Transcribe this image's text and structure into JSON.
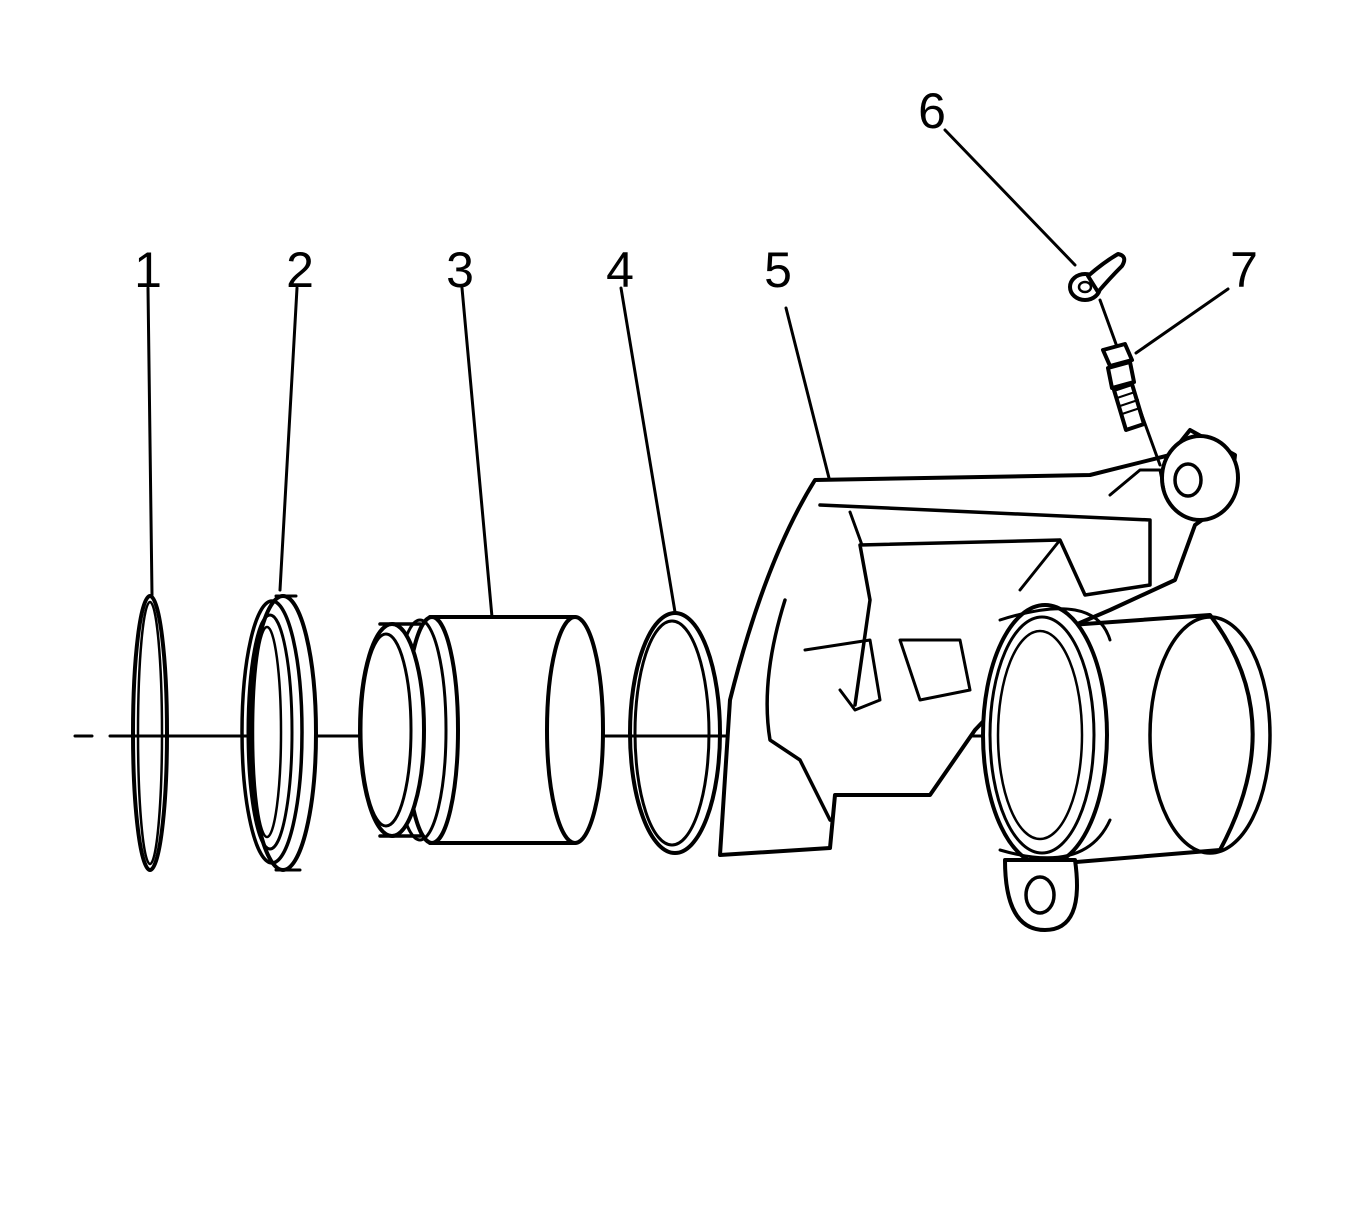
{
  "callouts": [
    {
      "number": "1"
    },
    {
      "number": "2"
    },
    {
      "number": "3"
    },
    {
      "number": "4"
    },
    {
      "number": "5"
    },
    {
      "number": "6"
    },
    {
      "number": "7"
    }
  ],
  "colors": {
    "ink": "#000000",
    "background": "#ffffff"
  }
}
